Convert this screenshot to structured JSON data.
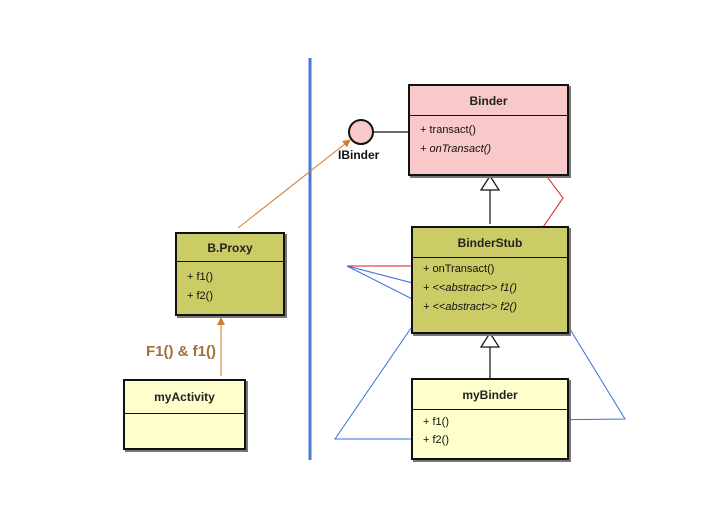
{
  "left": {
    "proxy": {
      "title": "B.Proxy",
      "methods": [
        "+ f1()",
        "+ f2()"
      ]
    },
    "activity": {
      "title": "myActivity"
    },
    "call_label": "F1() & f1()"
  },
  "right": {
    "interface_label": "IBinder",
    "binder": {
      "title": "Binder",
      "methods": [
        "+ transact()",
        "+ onTransact()"
      ]
    },
    "stub": {
      "title": "BinderStub",
      "methods": [
        "+ onTransact()",
        "+ <<abstract>> f1()",
        "+ <<abstract>> f2()"
      ]
    },
    "mybinder": {
      "title": "myBinder",
      "methods": [
        "+ f1()",
        "+ f2()"
      ]
    }
  },
  "colors": {
    "binder_fill": "#f9c8c8",
    "olive_fill": "#cccc66",
    "yellow_fill": "#ffffcc",
    "separator": "#4a78d8",
    "blue_arrow": "#3a6ee0",
    "red_arrow": "#e01818",
    "orange_arrow": "#d47a2a",
    "label_brown": "#a0703a"
  }
}
